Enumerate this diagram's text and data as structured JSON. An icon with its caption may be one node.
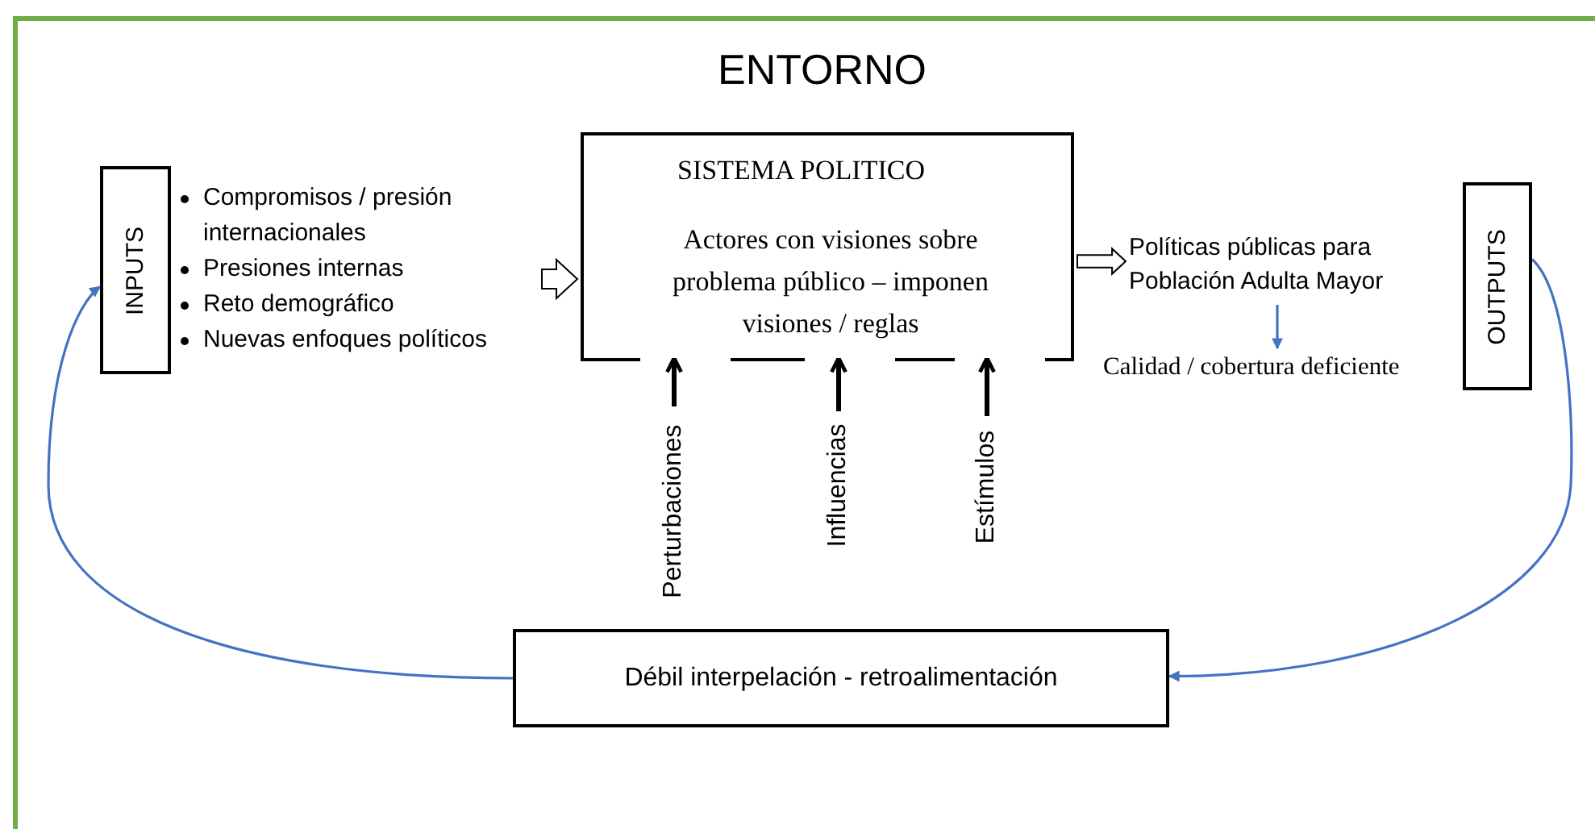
{
  "diagram": {
    "nodes": [
      {
        "text": [
          "ENTORNO"
        ]
      },
      {
        "text": [
          "INPUTS"
        ],
        "in": 0
      },
      {
        "text": [
          "Compromisos / presión internacionales",
          "Presiones internas",
          "Reto demográfico",
          "Nuevas enfoques políticos"
        ],
        "in": 0
      },
      {
        "text": [
          "SISTEMA POLITICO",
          "Actores con visiones sobre problema público – imponen visiones / reglas"
        ],
        "in": 0
      },
      {
        "text": [
          "Políticas públicas para Población Adulta Mayor"
        ],
        "in": 0
      },
      {
        "text": [
          "Calidad / cobertura deficiente"
        ],
        "in": 0
      },
      {
        "text": [
          "OUTPUTS"
        ],
        "in": 0
      },
      {
        "text": [
          "Débil interpelación - retroalimentación"
        ],
        "in": 0
      },
      {
        "text": [
          "Perturbaciones"
        ],
        "in": 0
      },
      {
        "text": [
          "Influencias"
        ],
        "in": 0
      },
      {
        "text": [
          "Estímulos"
        ],
        "in": 0
      }
    ],
    "edges": [
      {
        "from": 2,
        "to": 3,
        "arrow": "to",
        "style": "thick",
        "color": "#000000"
      },
      {
        "from": 3,
        "to": 4,
        "arrow": "to",
        "style": "thick",
        "color": "#000000"
      },
      {
        "from": 4,
        "to": 5,
        "arrow": "to",
        "color": "#4472c4"
      },
      {
        "from": 8,
        "to": 3,
        "arrow": "to",
        "color": "#000000"
      },
      {
        "from": 9,
        "to": 3,
        "arrow": "to",
        "color": "#000000"
      },
      {
        "from": 10,
        "to": 3,
        "arrow": "to",
        "color": "#000000"
      },
      {
        "from": 6,
        "to": 7,
        "arrow": "to",
        "color": "#4472c4"
      },
      {
        "from": 7,
        "to": 1,
        "arrow": "to",
        "color": "#4472c4"
      }
    ]
  }
}
